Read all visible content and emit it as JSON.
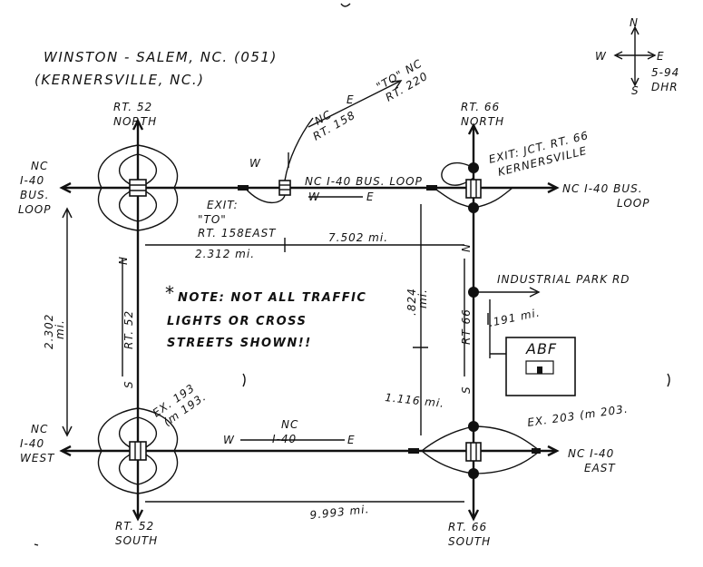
{
  "header": {
    "title": "WINSTON - SALEM, NC. (051)",
    "subtitle": "(KERNERSVILLE, NC.)"
  },
  "compass": {
    "n": "N",
    "e": "E",
    "s": "S",
    "w": "W",
    "date": "5-94",
    "initials": "DHR"
  },
  "roads": {
    "i40_bus_loop_west": [
      "NC",
      "I-40",
      "BUS.",
      "LOOP"
    ],
    "rt52_north": [
      "RT. 52",
      "NORTH"
    ],
    "rt52_south": [
      "RT. 52",
      "SOUTH"
    ],
    "rt66_north": [
      "RT. 66",
      "NORTH"
    ],
    "rt66_south": [
      "RT. 66",
      "SOUTH"
    ],
    "nc158": [
      "NC",
      "RT. 158"
    ],
    "to_nc220": [
      "\"TO\" NC",
      "RT. 220"
    ],
    "i40_bus_loop_mid": "NC I-40 BUS. LOOP",
    "i40_bus_loop_east": [
      "NC I-40 BUS.",
      "LOOP"
    ],
    "exit_rt158": [
      "EXIT:",
      "\"TO\"",
      "RT. 158EAST"
    ],
    "exit_jct66": [
      "EXIT: JCT. RT. 66",
      "KERNERSVILLE"
    ],
    "industrial_park": "INDUSTRIAL PARK RD",
    "i40_west": [
      "NC",
      "I-40",
      "WEST"
    ],
    "i40_mid": [
      "NC",
      "I-40"
    ],
    "i40_east": [
      "NC I-40",
      "EAST"
    ],
    "ex193": [
      "EX. 193",
      "(m 193."
    ],
    "ex203": "EX. 203 (m 203.",
    "rt52_vert": "RT. 52",
    "rt66_vert": "RT 66"
  },
  "directions": {
    "w": "W",
    "e": "E",
    "n": "N",
    "s": "S"
  },
  "distances": {
    "d1": "2.312 mi.",
    "d2": "7.502 mi.",
    "d3": "2.302",
    "d3_unit": "mi.",
    "d4": ".824",
    "d4_unit": "mi.",
    "d5": ".191 mi.",
    "d6": "1.116 mi.",
    "d7": "9.993 mi."
  },
  "note": {
    "star": "*",
    "lines": [
      "NOTE: NOT ALL TRAFFIC",
      "LIGHTS OR CROSS",
      "STREETS SHOWN!!"
    ]
  },
  "facility": {
    "label": "ABF"
  },
  "colors": {
    "ink": "#111111",
    "paper": "#ffffff"
  }
}
